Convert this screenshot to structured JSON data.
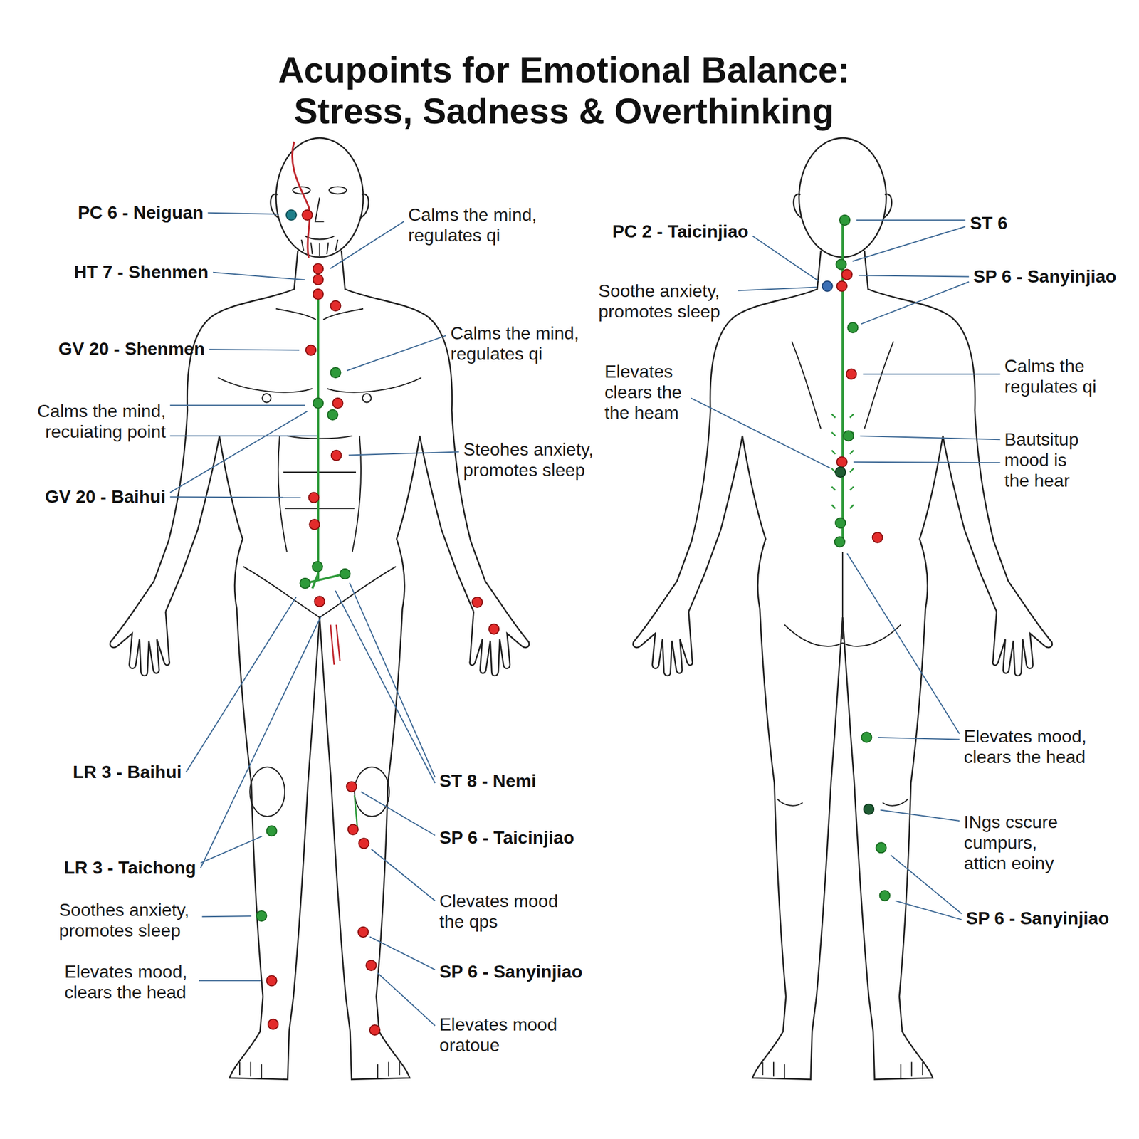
{
  "diagram": {
    "title": "Acupoints for Emotional Balance: Stress, Sadness & Overthinking",
    "labels": [
      "PC 6 - Neiguan",
      "HT 7 - Shenmen",
      "GV 20 - Shenmen",
      "Calms the mind, recuiating point",
      "GV 20 - Baihui",
      "LR 3 - Baihui",
      "LR 3 - Taichong",
      "Soothes anxiety, promotes sleep",
      "Elevates mood, clears the head",
      "Calms the mind, regulates qi",
      "Calms the mind, regulates qi",
      "Steohes anxiety, promotes sleep",
      "ST 8 - Nemi",
      "SP 6 - Taicinjiao",
      "Clevates mood the qps",
      "SP 6 - Sanyinjiao",
      "Elevates mood oratoue",
      "PC 2 - Taicinjiao",
      "Soothe anxiety, promotes sleep",
      "Elevates clears the the heam",
      "ST 6",
      "SP 6 - Sanyinjiao",
      "Calms the regulates qi",
      "Bautsitup mood is the hear",
      "Elevates mood, clears the head",
      "INgs cscure cumpurs, atticn eoiny",
      "SP 6 - Sanyinjiao"
    ]
  }
}
